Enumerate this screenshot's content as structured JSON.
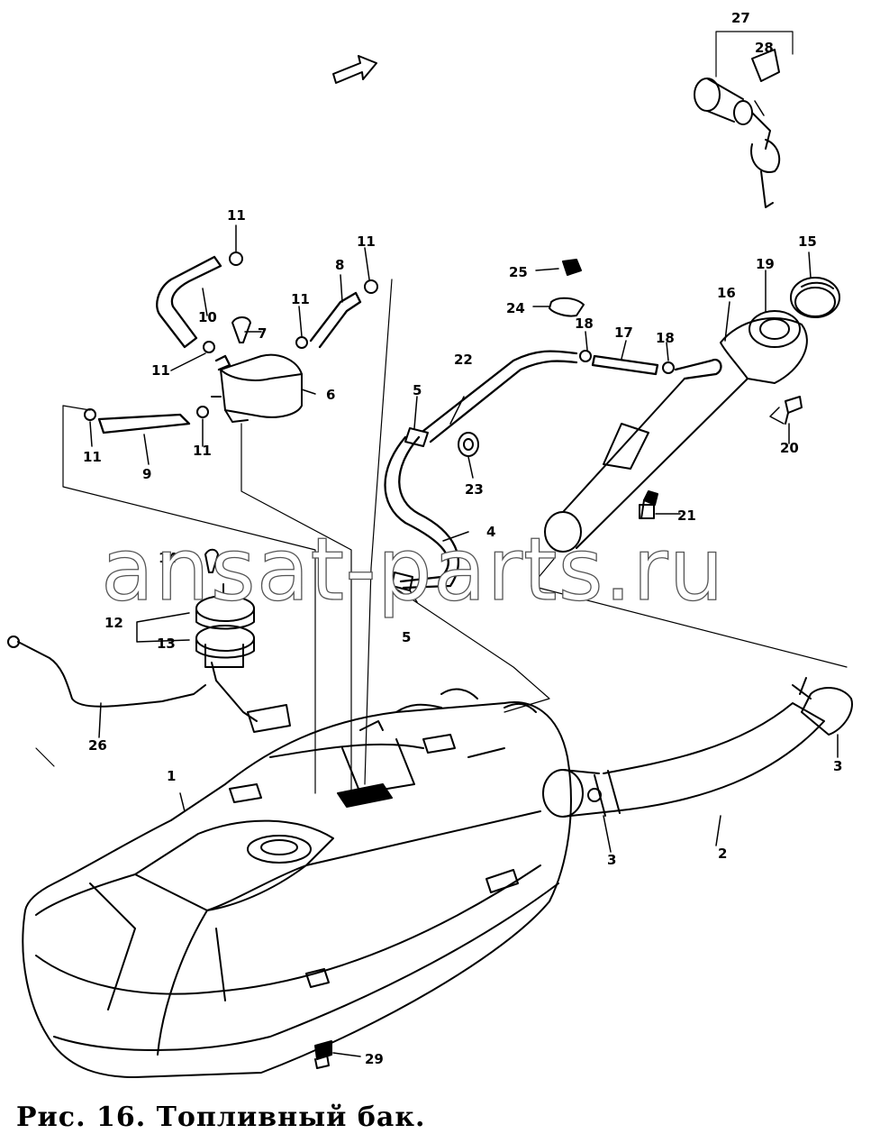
{
  "caption": "Рис. 16. Топливный бак.",
  "watermark": "ansat-parts.ru",
  "labels": {
    "p1": "1",
    "p2": "2",
    "p3a": "3",
    "p3b": "3",
    "p4": "4",
    "p5a": "5",
    "p5b": "5",
    "p6": "6",
    "p7": "7",
    "p8": "8",
    "p9": "9",
    "p10": "10",
    "p11a": "11",
    "p11b": "11",
    "p11c": "11",
    "p11d": "11",
    "p11e": "11",
    "p11f": "11",
    "p12": "12",
    "p13": "13",
    "p14": "14",
    "p15": "15",
    "p16": "16",
    "p17": "17",
    "p18a": "18",
    "p18b": "18",
    "p19": "19",
    "p20": "20",
    "p21": "21",
    "p22": "22",
    "p23": "23",
    "p24": "24",
    "p25": "25",
    "p26": "26",
    "p27": "27",
    "p28": "28",
    "p29": "29"
  }
}
